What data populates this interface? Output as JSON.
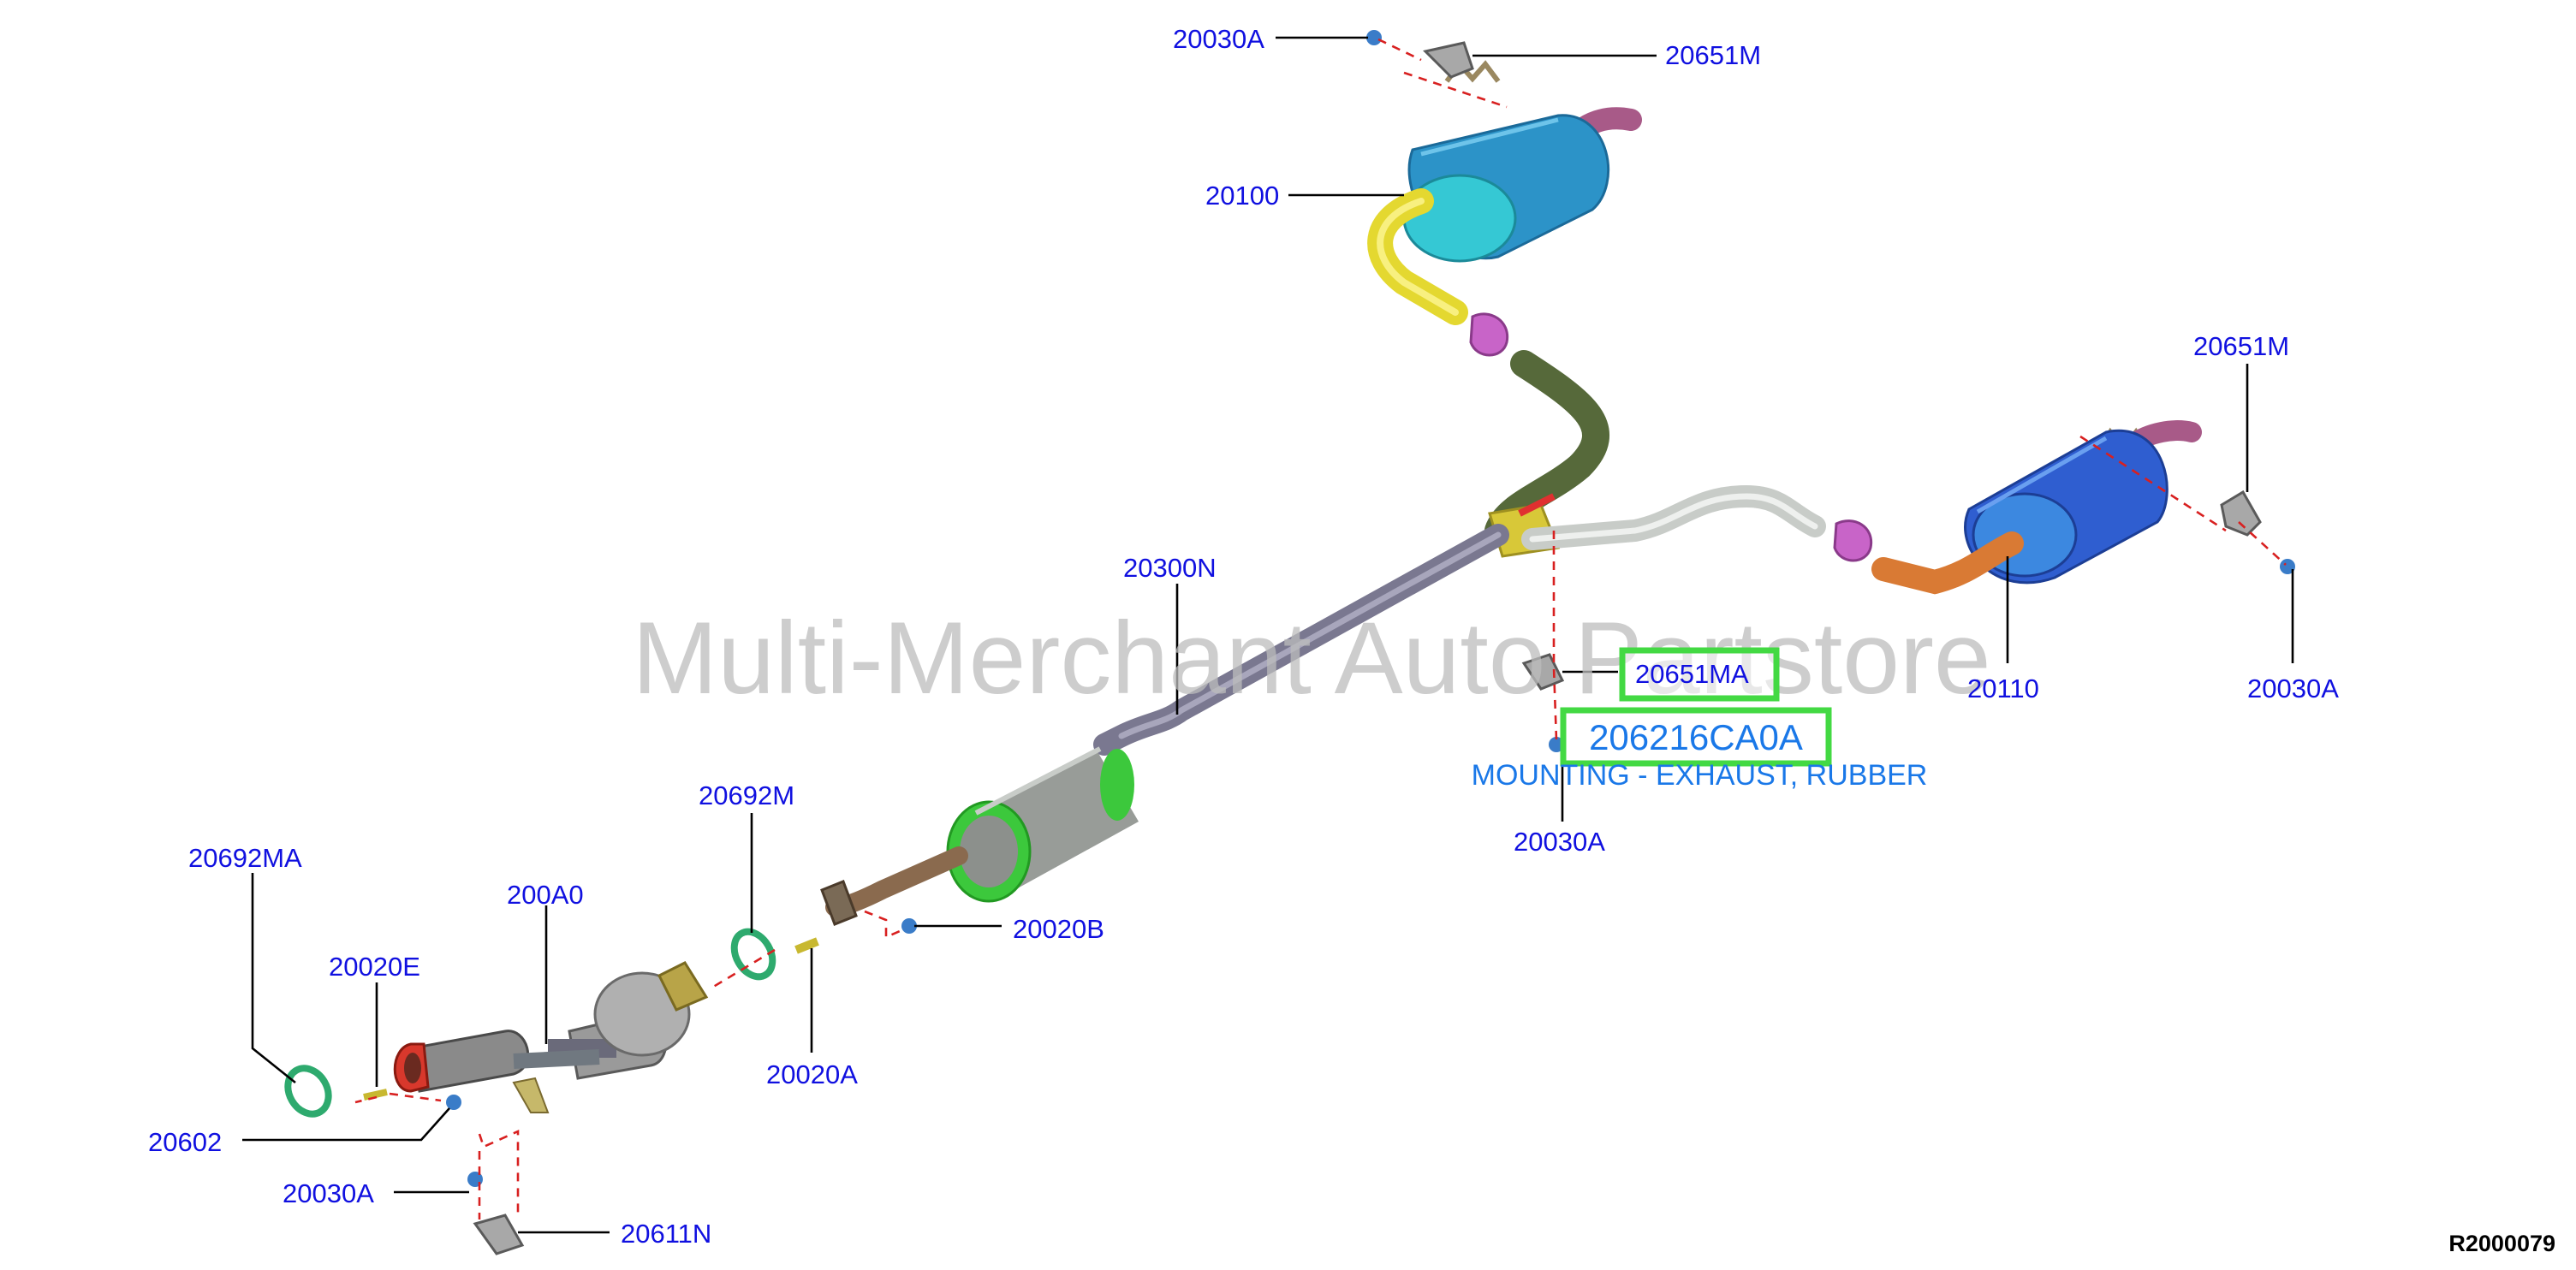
{
  "diagram": {
    "watermark": "Multi-Merchant Auto Partstore",
    "reference_code": "R2000079",
    "highlight": {
      "part": "206216CA0A",
      "description": "MOUNTING - EXHAUST, RUBBER"
    },
    "labels": {
      "p20030A_top": "20030A",
      "p20651M_top": "20651M",
      "p20100": "20100",
      "p20651M_right": "20651M",
      "p20300N": "20300N",
      "p20651MA": "20651MA",
      "p20110": "20110",
      "p20030A_right": "20030A",
      "p20030A_mid": "20030A",
      "p20692M": "20692M",
      "p20692MA": "20692MA",
      "p200A0": "200A0",
      "p20020E": "20020E",
      "p20020B": "20020B",
      "p20020A": "20020A",
      "p20602": "20602",
      "p20030A_bottom": "20030A",
      "p20611N": "20611N"
    }
  }
}
